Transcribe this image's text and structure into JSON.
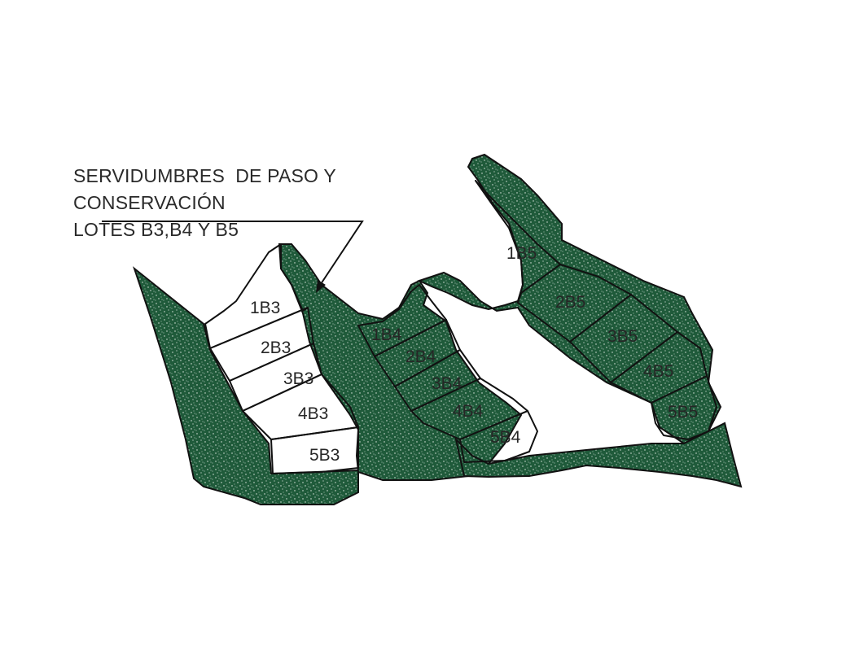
{
  "caption": {
    "line1": "SERVIDUMBRES  DE PASO Y",
    "line2": "CONSERVACIÓN",
    "line3": "LOTES B3,B4 Y B5"
  },
  "colors": {
    "easement_fill": "#1f5a3a",
    "lot_fill": "#ffffff",
    "outline": "#111111"
  },
  "lots": {
    "b3": [
      "1B3",
      "2B3",
      "3B3",
      "4B3",
      "5B3"
    ],
    "b4": [
      "1B4",
      "2B4",
      "3B4",
      "4B4",
      "5B4"
    ],
    "b5": [
      "1B5",
      "2B5",
      "3B5",
      "4B5",
      "5B5"
    ]
  }
}
